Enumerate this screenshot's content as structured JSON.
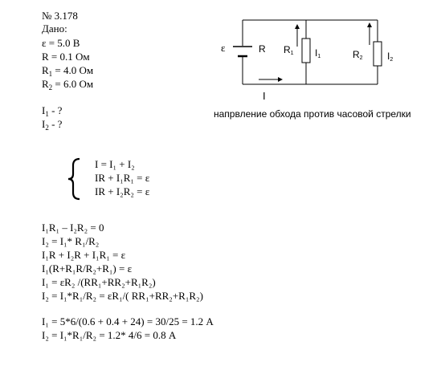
{
  "problem": {
    "number": "№ 3.178",
    "given_label": "Дано:",
    "given": [
      {
        "sym": "ε",
        "sub": "",
        "rest": " = 5.0 В"
      },
      {
        "sym": "R",
        "sub": "",
        "rest": " = 0.1 Ом"
      },
      {
        "sym": "R",
        "sub": "1",
        "rest": " = 4.0 Ом"
      },
      {
        "sym": "R",
        "sub": "2",
        "rest": " = 6.0 Ом"
      }
    ],
    "find": [
      {
        "sym": "I",
        "sub": "1",
        "rest": " - ?"
      },
      {
        "sym": "I",
        "sub": "2",
        "rest": " - ?"
      }
    ]
  },
  "circuit": {
    "emf_label": "ε",
    "r_label": "R",
    "r1_label": "R",
    "r1_sub": "1",
    "i1_label": "I",
    "i1_sub": "1",
    "r2_label": "R",
    "r2_sub": "2",
    "i2_label": "I",
    "i2_sub": "2",
    "i_label": "I",
    "caption": "напрвление обхода против часовой стрелки"
  },
  "system": [
    "I = I₁ + I₂",
    "IR + I₁R₁ = ε",
    "IR + I₂R₂ = ε"
  ],
  "solution": [
    "I₁R₁ – I₂R₂ = 0",
    "I₂ = I₁* R₁/R₂",
    "I₁R + I₂R + I₁R₁ = ε",
    "I₁(R+R₁R/R₂+R₁) = ε",
    "I₁ = εR₂ /(RR₁+RR₂+R₁R₂)",
    "I₂ =  I₁*R₁/R₂ = εR₁/( RR₁+RR₂+R₁R₂)"
  ],
  "answers": [
    "I₁ = 5*6/(0.6 + 0.4 + 24) = 30/25 =  1.2 А",
    "I₂ = I₁*R₁/R₂ = 1.2* 4/6 = 0.8 А"
  ]
}
